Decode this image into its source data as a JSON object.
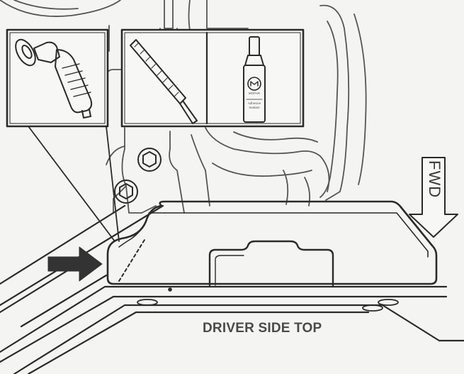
{
  "caption": "DRIVER SIDE TOP",
  "direction_label": "FWD",
  "sealant_label_line1": "Adhesive",
  "sealant_label_line2": "Sealant",
  "sealant_brand": "MOPAR",
  "colors": {
    "background": "#f4f4f2",
    "line": "#2a2a2a",
    "arrow": "#333333"
  }
}
